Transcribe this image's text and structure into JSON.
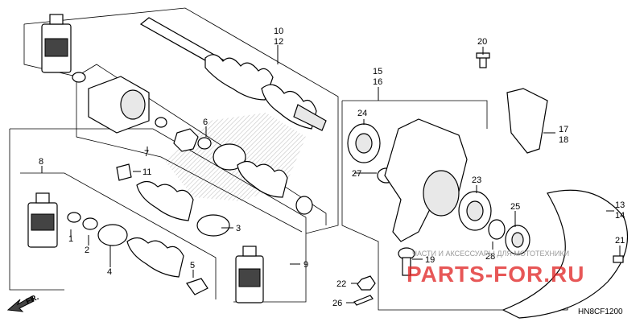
{
  "diagram": {
    "part_numbers": [
      "1",
      "2",
      "3",
      "4",
      "5",
      "6",
      "7",
      "8",
      "9",
      "10",
      "11",
      "12",
      "13",
      "14",
      "15",
      "16",
      "17",
      "18",
      "19",
      "20",
      "21",
      "22",
      "23",
      "24",
      "25",
      "26",
      "27",
      "28"
    ],
    "labels": {
      "p10": "10",
      "p12": "12",
      "p15": "15",
      "p16": "16",
      "p20": "20",
      "p24": "24",
      "p6": "6",
      "p7": "7",
      "p8": "8",
      "p11": "11",
      "p27": "27",
      "p23": "23",
      "p17": "17",
      "p18": "18",
      "p25": "25",
      "p13": "13",
      "p14": "14",
      "p3": "3",
      "p1": "1",
      "p2": "2",
      "p4": "4",
      "p5": "5",
      "p9": "9",
      "p19": "19",
      "p28": "28",
      "p21": "21",
      "p22": "22",
      "p26": "26"
    },
    "watermark_text": "ЧАСТИ И АКСЕССУАРЫ ДЛЯ МОТОТЕХНИКИ",
    "watermark_logo": "PARTS-FOR.RU",
    "direction_label": "FR.",
    "diagram_code": "HN8CF1200"
  }
}
